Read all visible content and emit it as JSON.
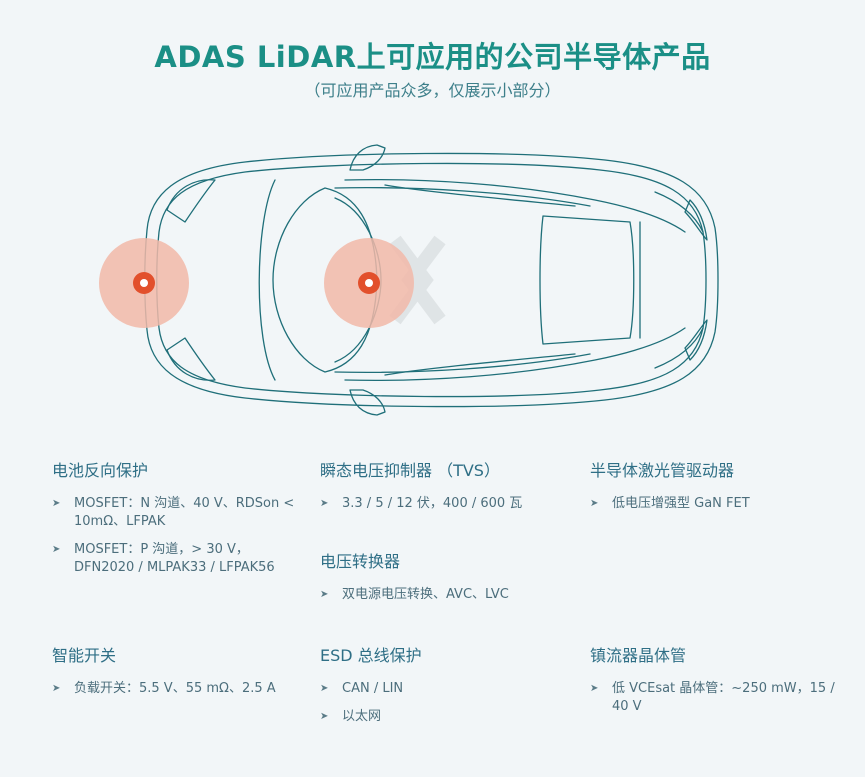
{
  "header": {
    "title": "ADAS LiDAR上可应用的公司半导体产品",
    "subtitle": "（可应用产品众多，仅展示小部分）"
  },
  "colors": {
    "title": "#1b8f86",
    "heading": "#2f6f86",
    "car_line": "#1f6f79",
    "hotspot": "#e2502c",
    "hotspot_halo": "#f2b8a8",
    "background": "#f2f6f8"
  },
  "sections": [
    {
      "title": "电池反向保护",
      "items": [
        "MOSFET：N 沟道、40 V、RDSon < 10mΩ、LFPAK",
        "MOSFET：P 沟道，> 30 V，DFN2020 / MLPAK33 / LFPAK56"
      ]
    },
    {
      "title": "瞬态电压抑制器 （TVS）",
      "items": [
        "3.3 / 5 / 12 伏，400 / 600 瓦"
      ]
    },
    {
      "title": "半导体激光管驱动器",
      "items": [
        "低电压增强型 GaN FET"
      ]
    },
    {
      "title": "电压转换器",
      "items": [
        "双电源电压转换、AVC、LVC"
      ]
    },
    {
      "title": "智能开关",
      "items": [
        "负载开关：5.5 V、55 mΩ、2.5 A"
      ]
    },
    {
      "title": "ESD 总线保护",
      "items": [
        "CAN / LIN",
        "以太网"
      ]
    },
    {
      "title": "镇流器晶体管",
      "items": [
        "低 VCEsat 晶体管：~250 mW，15 / 40 V"
      ]
    }
  ]
}
